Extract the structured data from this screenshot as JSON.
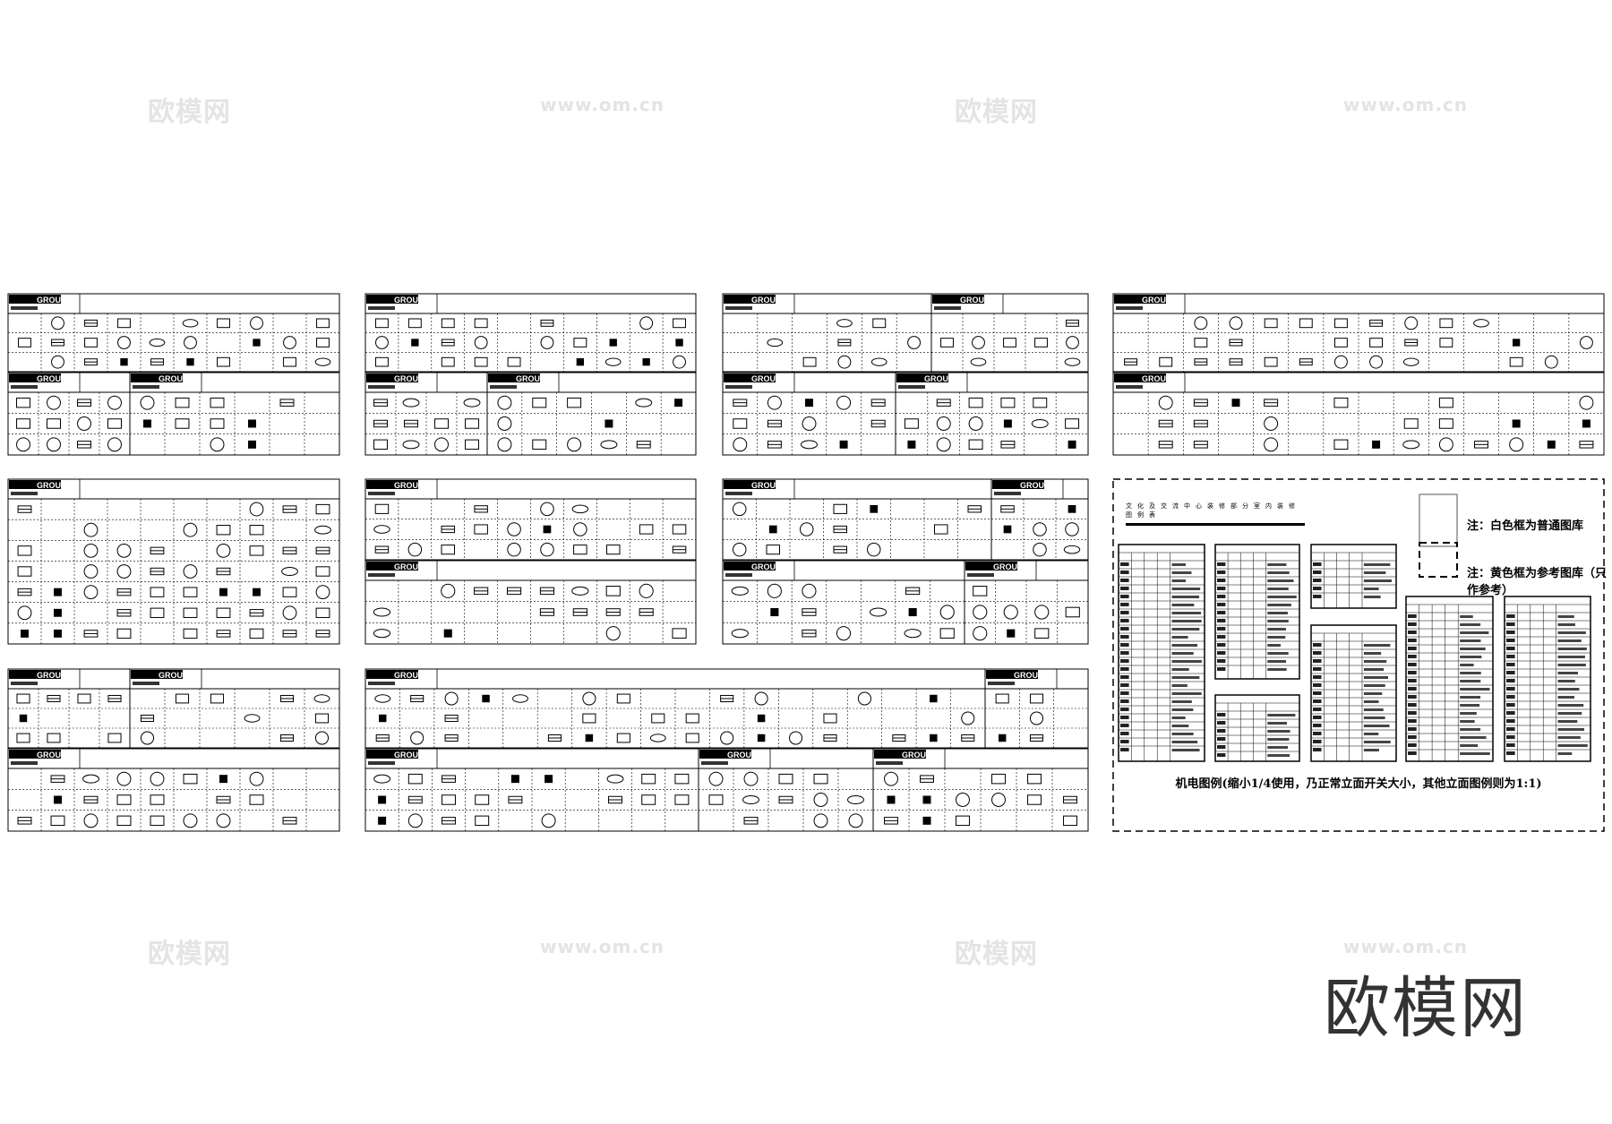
{
  "sheet": {
    "group_label": "GROUP",
    "legend": {
      "title": "文化及交流中心装修部分室内装修图例表",
      "note_white": "注：白色框为普通图库",
      "note_dashed": "注：黄色框为参考图库（只作参考）",
      "bottom_note": "机电图例(缩小1/4使用，乃正常立面开关大小，其他立面图例则为1:1)"
    }
  },
  "watermarks": {
    "brand": "欧模网",
    "url": "www.om.cn"
  },
  "logo": "欧模网",
  "colors": {
    "line": "#000000",
    "watermark": "#e4e4e4"
  }
}
